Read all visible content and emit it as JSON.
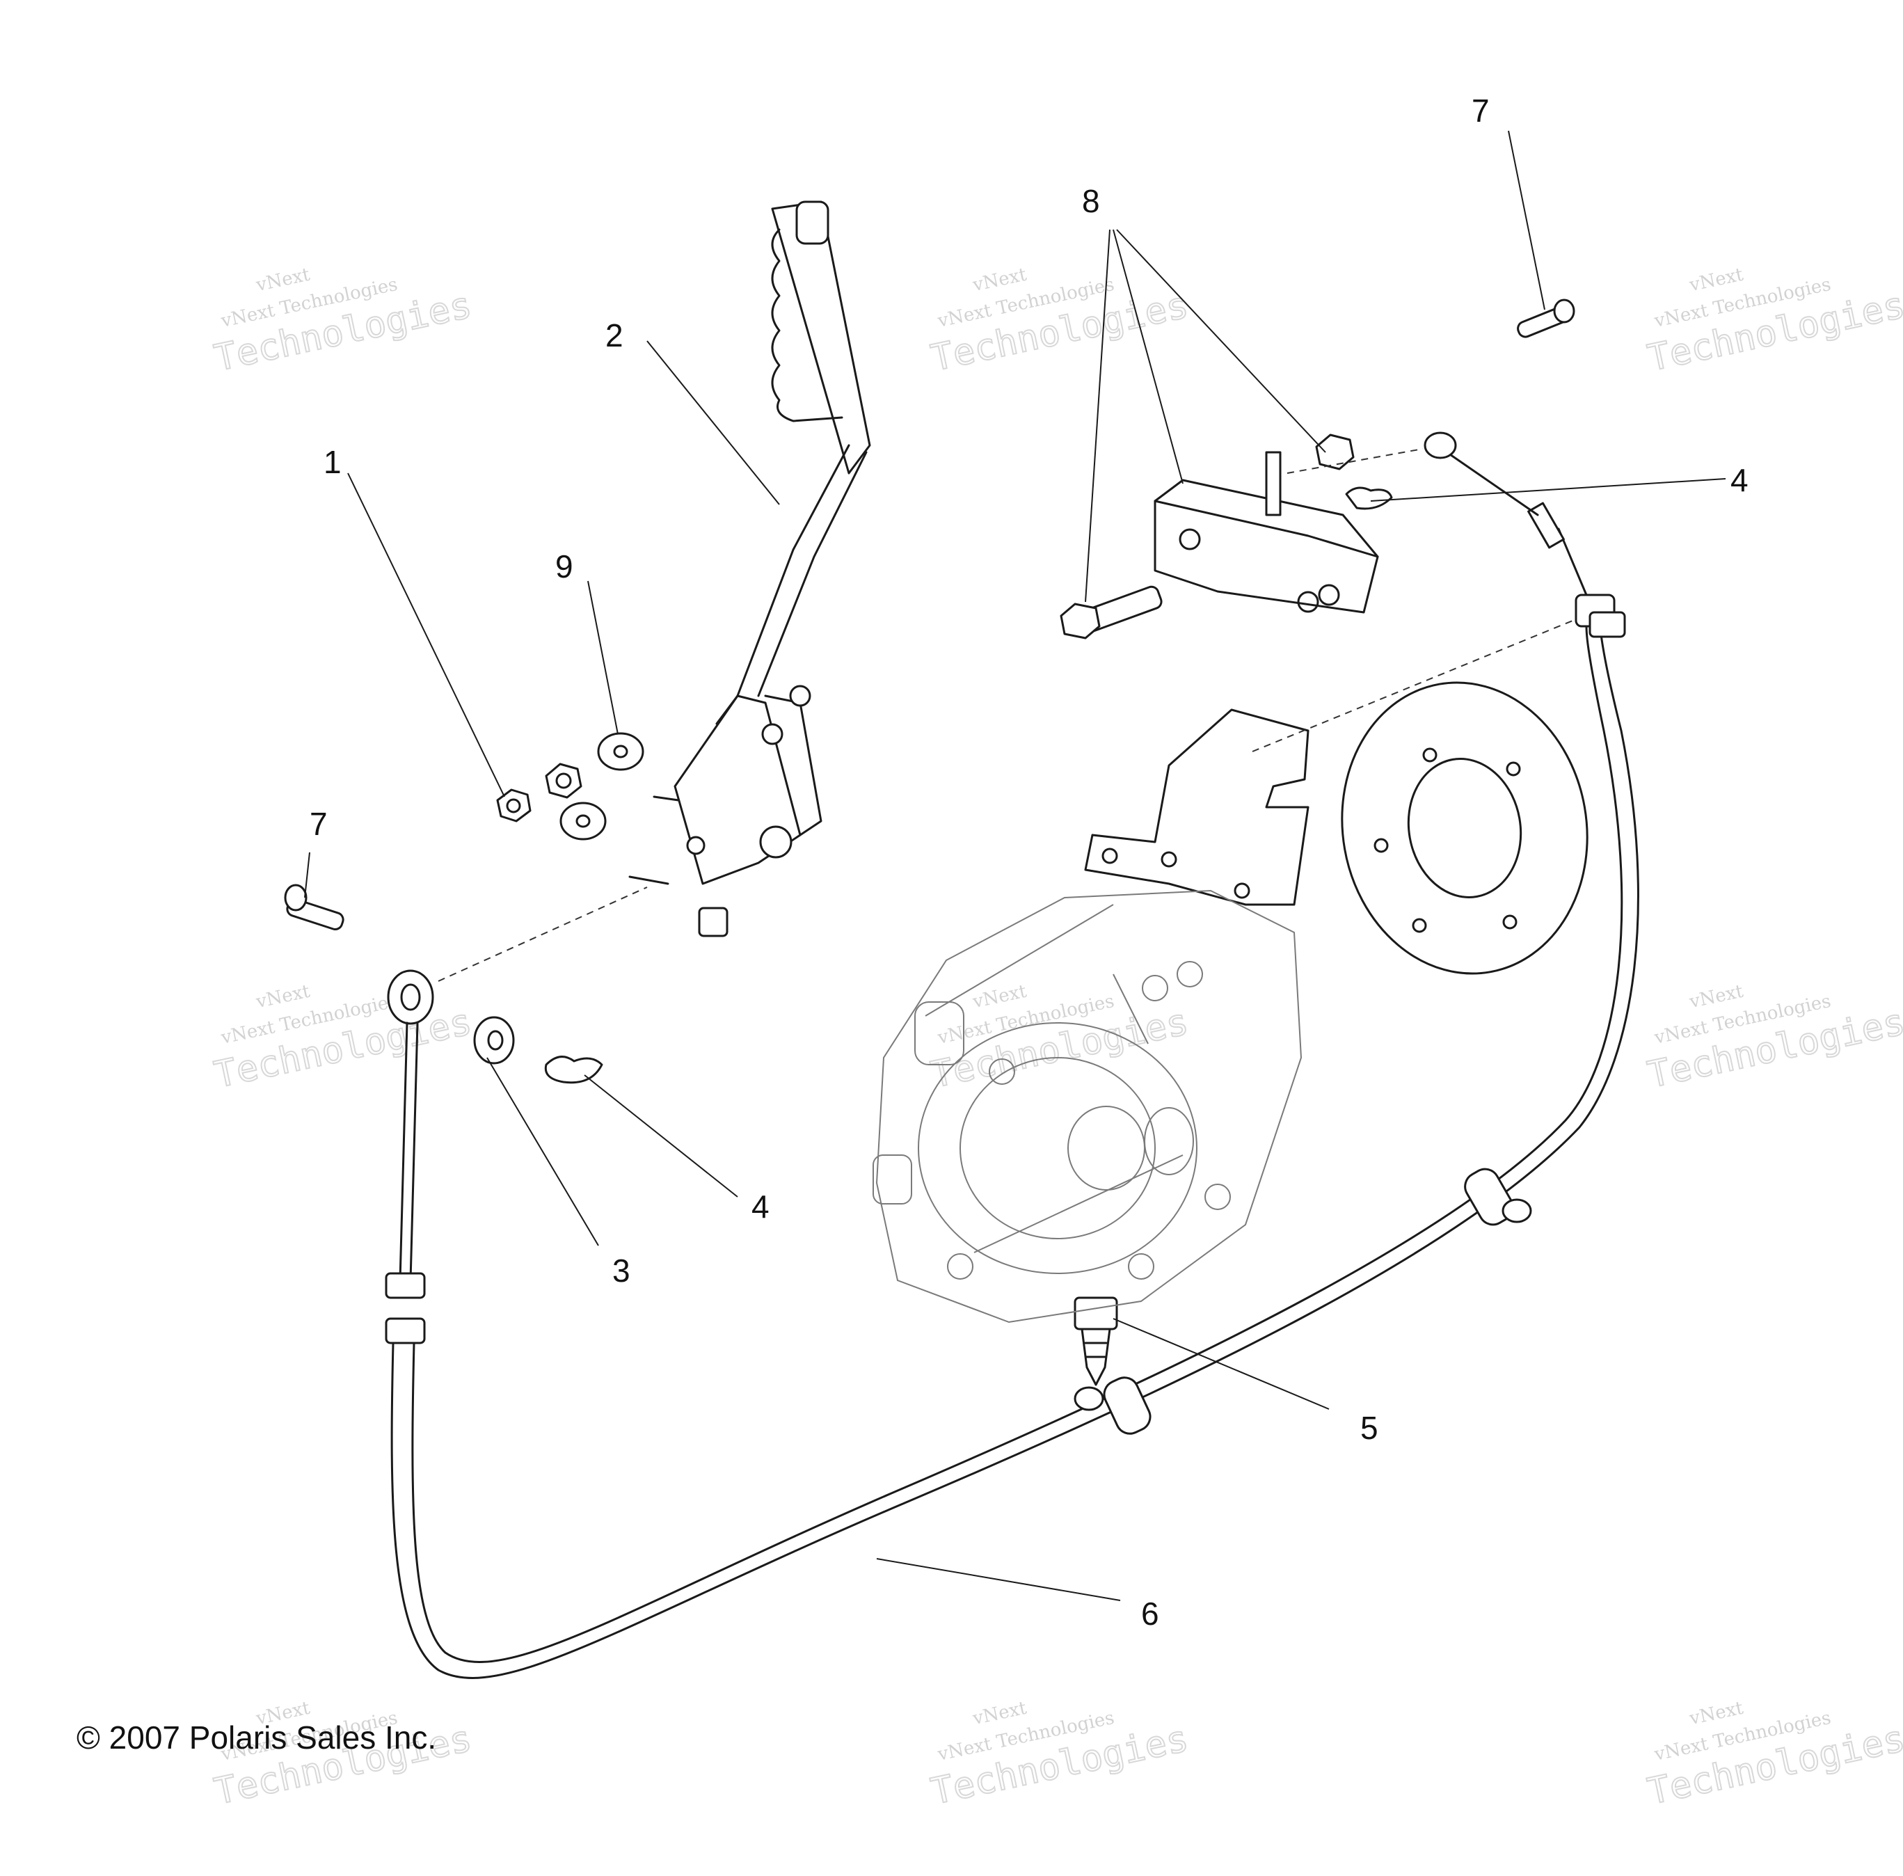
{
  "callouts": [
    {
      "id": "c1",
      "label": "1"
    },
    {
      "id": "c2",
      "label": "2"
    },
    {
      "id": "c3",
      "label": "3"
    },
    {
      "id": "c4a",
      "label": "4"
    },
    {
      "id": "c4b",
      "label": "4"
    },
    {
      "id": "c5",
      "label": "5"
    },
    {
      "id": "c6",
      "label": "6"
    },
    {
      "id": "c7a",
      "label": "7"
    },
    {
      "id": "c7b",
      "label": "7"
    },
    {
      "id": "c8",
      "label": "8"
    },
    {
      "id": "c9",
      "label": "9"
    }
  ],
  "copyright": "© 2007 Polaris Sales Inc.",
  "watermark": {
    "line1": "vNext",
    "line2": "vNext Technologies",
    "line3": "Technologies"
  }
}
